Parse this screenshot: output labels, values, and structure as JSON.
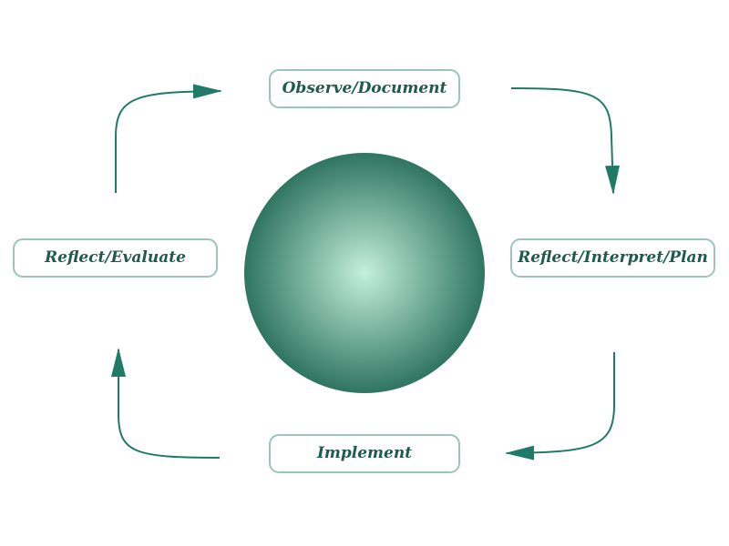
{
  "diagram": {
    "type": "cycle",
    "colors": {
      "accent": "#1f7a68",
      "box_border": "#9cc5b8",
      "label_text": "#1e5a4e",
      "circle_center": "#c4efdd",
      "circle_edge": "#2f7560"
    },
    "nodes": [
      {
        "id": "observe",
        "label": "Observe/Document"
      },
      {
        "id": "interpret",
        "label": "Reflect/Interpret/Plan"
      },
      {
        "id": "implement",
        "label": "Implement"
      },
      {
        "id": "evaluate",
        "label": "Reflect/Evaluate"
      }
    ],
    "edges": [
      {
        "from": "observe",
        "to": "interpret"
      },
      {
        "from": "interpret",
        "to": "implement"
      },
      {
        "from": "implement",
        "to": "evaluate"
      },
      {
        "from": "evaluate",
        "to": "observe"
      }
    ]
  }
}
